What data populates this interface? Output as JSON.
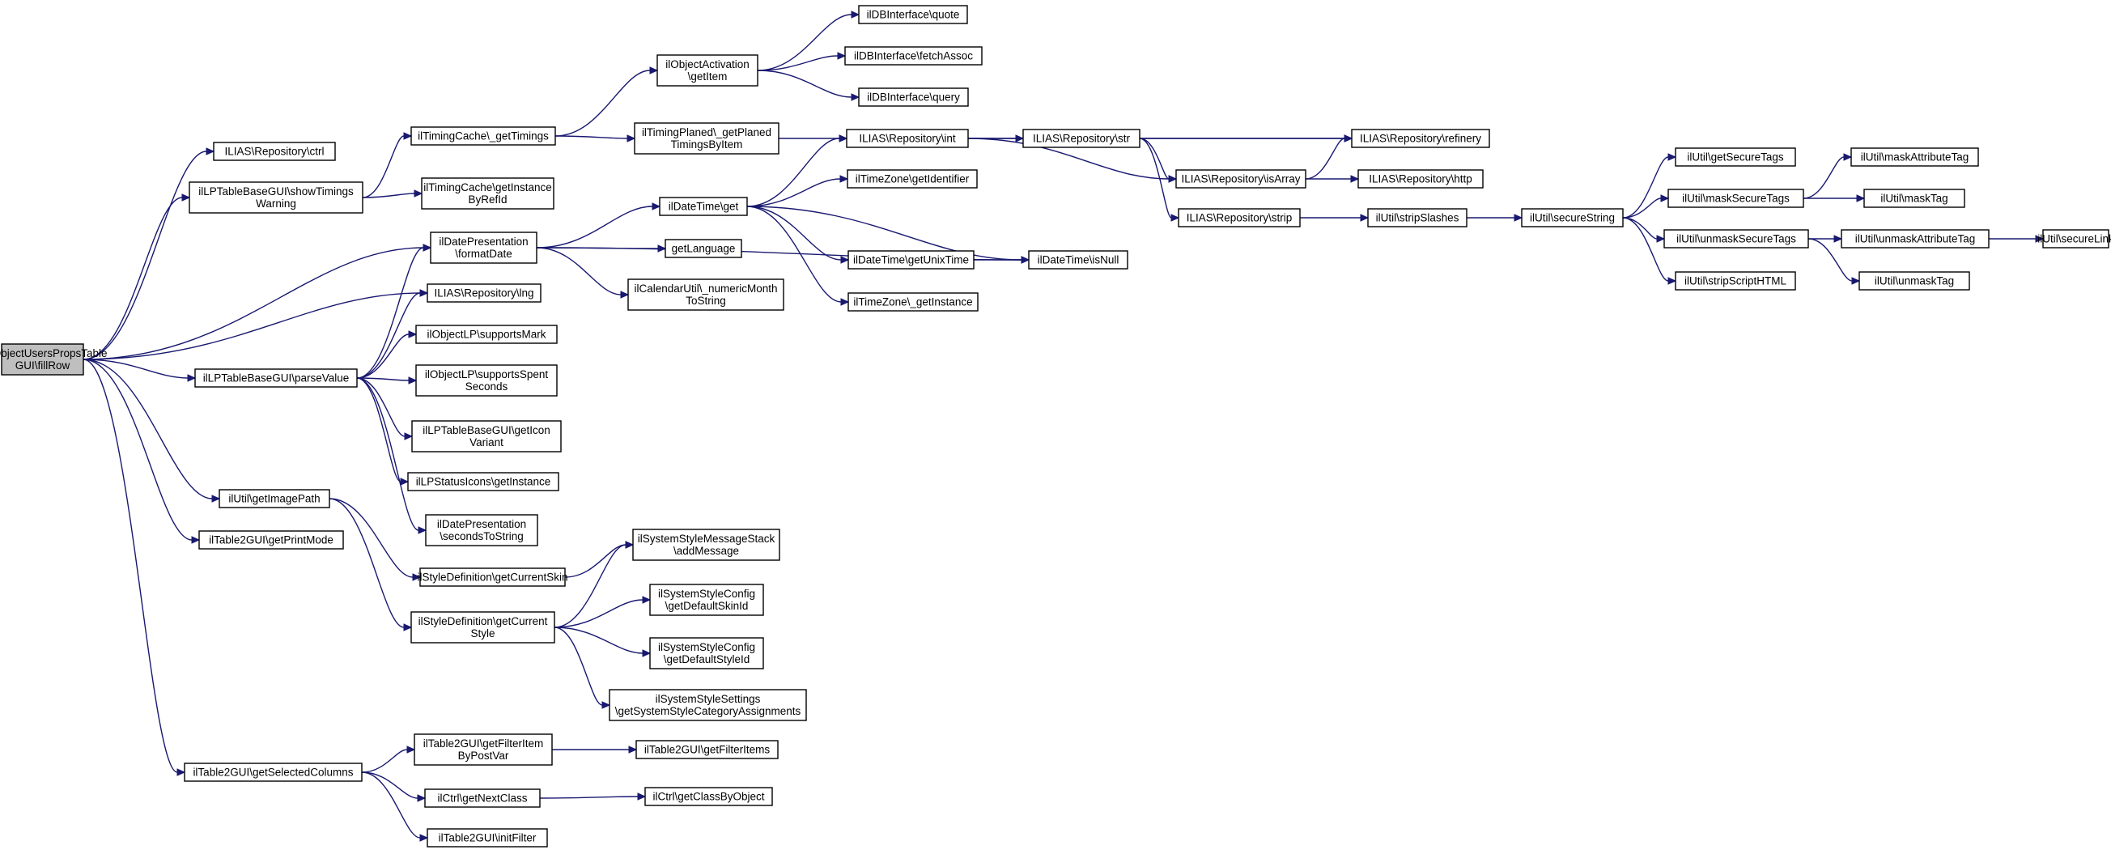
{
  "graph": {
    "colors": {
      "edge": "#191970",
      "node_border": "#000000",
      "node_fill": "#ffffff",
      "root_fill": "#bfbfbf"
    },
    "nodes": [
      {
        "id": "root",
        "lines": [
          "ilTrObjectUsersPropsTable",
          "GUI\\fillRow"
        ],
        "root": true
      },
      {
        "id": "ctrl",
        "lines": [
          "ILIAS\\Repository\\ctrl"
        ]
      },
      {
        "id": "showTimings",
        "lines": [
          "ilLPTableBaseGUI\\showTimings",
          "Warning"
        ]
      },
      {
        "id": "formatDate",
        "lines": [
          "ilDatePresentation",
          "\\formatDate"
        ]
      },
      {
        "id": "lng",
        "lines": [
          "ILIAS\\Repository\\lng"
        ]
      },
      {
        "id": "parseValue",
        "lines": [
          "ilLPTableBaseGUI\\parseValue"
        ]
      },
      {
        "id": "getImagePath",
        "lines": [
          "ilUtil\\getImagePath"
        ]
      },
      {
        "id": "getPrintMode",
        "lines": [
          "ilTable2GUI\\getPrintMode"
        ]
      },
      {
        "id": "getSelectedColumns",
        "lines": [
          "ilTable2GUI\\getSelectedColumns"
        ]
      },
      {
        "id": "getTimings",
        "lines": [
          "ilTimingCache\\_getTimings"
        ]
      },
      {
        "id": "getInstanceByRefId",
        "lines": [
          "ilTimingCache\\getInstance",
          "ByRefId"
        ]
      },
      {
        "id": "supportsMark",
        "lines": [
          "ilObjectLP\\supportsMark"
        ]
      },
      {
        "id": "supportsSpent",
        "lines": [
          "ilObjectLP\\supportsSpent",
          "Seconds"
        ]
      },
      {
        "id": "getIconVariant",
        "lines": [
          "ilLPTableBaseGUI\\getIcon",
          "Variant"
        ]
      },
      {
        "id": "statusIcons",
        "lines": [
          "ilLPStatusIcons\\getInstance"
        ]
      },
      {
        "id": "secondsToString",
        "lines": [
          "ilDatePresentation",
          "\\secondsToString"
        ]
      },
      {
        "id": "getCurrentSkin",
        "lines": [
          "ilStyleDefinition\\getCurrentSkin"
        ]
      },
      {
        "id": "getCurrentStyle",
        "lines": [
          "ilStyleDefinition\\getCurrent",
          "Style"
        ]
      },
      {
        "id": "getFilterItemByPostVar",
        "lines": [
          "ilTable2GUI\\getFilterItem",
          "ByPostVar"
        ]
      },
      {
        "id": "getNextClass",
        "lines": [
          "ilCtrl\\getNextClass"
        ]
      },
      {
        "id": "initFilter",
        "lines": [
          "ilTable2GUI\\initFilter"
        ]
      },
      {
        "id": "objActGetItem",
        "lines": [
          "ilObjectActivation",
          "\\getItem"
        ]
      },
      {
        "id": "getPlaned",
        "lines": [
          "ilTimingPlaned\\_getPlaned",
          "TimingsByItem"
        ]
      },
      {
        "id": "dtGet",
        "lines": [
          "ilDateTime\\get"
        ]
      },
      {
        "id": "getLanguage",
        "lines": [
          "getLanguage"
        ]
      },
      {
        "id": "numericMonth",
        "lines": [
          "ilCalendarUtil\\_numericMonth",
          "ToString"
        ]
      },
      {
        "id": "addMessage",
        "lines": [
          "ilSystemStyleMessageStack",
          "\\addMessage"
        ]
      },
      {
        "id": "getDefaultSkinId",
        "lines": [
          "ilSystemStyleConfig",
          "\\getDefaultSkinId"
        ]
      },
      {
        "id": "getDefaultStyleId",
        "lines": [
          "ilSystemStyleConfig",
          "\\getDefaultStyleId"
        ]
      },
      {
        "id": "catAssign",
        "lines": [
          "ilSystemStyleSettings",
          "\\getSystemStyleCategoryAssignments"
        ]
      },
      {
        "id": "getFilterItems",
        "lines": [
          "ilTable2GUI\\getFilterItems"
        ]
      },
      {
        "id": "getClassByObject",
        "lines": [
          "ilCtrl\\getClassByObject"
        ]
      },
      {
        "id": "quote",
        "lines": [
          "ilDBInterface\\quote"
        ]
      },
      {
        "id": "fetchAssoc",
        "lines": [
          "ilDBInterface\\fetchAssoc"
        ]
      },
      {
        "id": "query",
        "lines": [
          "ilDBInterface\\query"
        ]
      },
      {
        "id": "repoInt",
        "lines": [
          "ILIAS\\Repository\\int"
        ]
      },
      {
        "id": "tzGetIdentifier",
        "lines": [
          "ilTimeZone\\getIdentifier"
        ]
      },
      {
        "id": "getUnixTime",
        "lines": [
          "ilDateTime\\getUnixTime"
        ]
      },
      {
        "id": "tzGetInstance",
        "lines": [
          "ilTimeZone\\_getInstance"
        ]
      },
      {
        "id": "repoStr",
        "lines": [
          "ILIAS\\Repository\\str"
        ]
      },
      {
        "id": "isArray",
        "lines": [
          "ILIAS\\Repository\\isArray"
        ]
      },
      {
        "id": "repoStrip",
        "lines": [
          "ILIAS\\Repository\\strip"
        ]
      },
      {
        "id": "isNull",
        "lines": [
          "ilDateTime\\isNull"
        ]
      },
      {
        "id": "refinery",
        "lines": [
          "ILIAS\\Repository\\refinery"
        ]
      },
      {
        "id": "http",
        "lines": [
          "ILIAS\\Repository\\http"
        ]
      },
      {
        "id": "stripSlashes",
        "lines": [
          "ilUtil\\stripSlashes"
        ]
      },
      {
        "id": "secureString",
        "lines": [
          "ilUtil\\secureString"
        ]
      },
      {
        "id": "getSecureTags",
        "lines": [
          "ilUtil\\getSecureTags"
        ]
      },
      {
        "id": "maskSecureTags",
        "lines": [
          "ilUtil\\maskSecureTags"
        ]
      },
      {
        "id": "unmaskSecureTags",
        "lines": [
          "ilUtil\\unmaskSecureTags"
        ]
      },
      {
        "id": "stripScriptHTML",
        "lines": [
          "ilUtil\\stripScriptHTML"
        ]
      },
      {
        "id": "maskAttributeTag",
        "lines": [
          "ilUtil\\maskAttributeTag"
        ]
      },
      {
        "id": "maskTag",
        "lines": [
          "ilUtil\\maskTag"
        ]
      },
      {
        "id": "unmaskAttributeTag",
        "lines": [
          "ilUtil\\unmaskAttributeTag"
        ]
      },
      {
        "id": "unmaskTag",
        "lines": [
          "ilUtil\\unmaskTag"
        ]
      },
      {
        "id": "secureLink",
        "lines": [
          "ilUtil\\secureLink"
        ]
      }
    ],
    "edges": [
      [
        "root",
        "ctrl"
      ],
      [
        "root",
        "showTimings"
      ],
      [
        "root",
        "formatDate"
      ],
      [
        "root",
        "lng"
      ],
      [
        "root",
        "parseValue"
      ],
      [
        "root",
        "getImagePath"
      ],
      [
        "root",
        "getPrintMode"
      ],
      [
        "root",
        "getSelectedColumns"
      ],
      [
        "showTimings",
        "getTimings"
      ],
      [
        "showTimings",
        "getInstanceByRefId"
      ],
      [
        "getTimings",
        "objActGetItem"
      ],
      [
        "getTimings",
        "getPlaned"
      ],
      [
        "objActGetItem",
        "quote"
      ],
      [
        "objActGetItem",
        "fetchAssoc"
      ],
      [
        "objActGetItem",
        "query"
      ],
      [
        "getPlaned",
        "repoInt"
      ],
      [
        "formatDate",
        "dtGet"
      ],
      [
        "formatDate",
        "getLanguage"
      ],
      [
        "formatDate",
        "numericMonth"
      ],
      [
        "formatDate",
        "isNull"
      ],
      [
        "dtGet",
        "repoInt"
      ],
      [
        "dtGet",
        "tzGetIdentifier"
      ],
      [
        "dtGet",
        "getUnixTime"
      ],
      [
        "dtGet",
        "tzGetInstance"
      ],
      [
        "dtGet",
        "isNull"
      ],
      [
        "getUnixTime",
        "isNull"
      ],
      [
        "repoInt",
        "repoStr"
      ],
      [
        "repoInt",
        "refinery"
      ],
      [
        "repoInt",
        "isArray"
      ],
      [
        "repoStr",
        "refinery"
      ],
      [
        "repoStr",
        "isArray"
      ],
      [
        "repoStr",
        "repoStrip"
      ],
      [
        "isArray",
        "refinery"
      ],
      [
        "isArray",
        "http"
      ],
      [
        "repoStrip",
        "stripSlashes"
      ],
      [
        "stripSlashes",
        "secureString"
      ],
      [
        "secureString",
        "getSecureTags"
      ],
      [
        "secureString",
        "maskSecureTags"
      ],
      [
        "secureString",
        "unmaskSecureTags"
      ],
      [
        "secureString",
        "stripScriptHTML"
      ],
      [
        "maskSecureTags",
        "maskAttributeTag"
      ],
      [
        "maskSecureTags",
        "maskTag"
      ],
      [
        "unmaskSecureTags",
        "unmaskAttributeTag"
      ],
      [
        "unmaskSecureTags",
        "unmaskTag"
      ],
      [
        "unmaskAttributeTag",
        "secureLink"
      ],
      [
        "parseValue",
        "formatDate"
      ],
      [
        "parseValue",
        "lng"
      ],
      [
        "parseValue",
        "supportsMark"
      ],
      [
        "parseValue",
        "supportsSpent"
      ],
      [
        "parseValue",
        "getIconVariant"
      ],
      [
        "parseValue",
        "statusIcons"
      ],
      [
        "parseValue",
        "secondsToString"
      ],
      [
        "getImagePath",
        "getCurrentSkin"
      ],
      [
        "getImagePath",
        "getCurrentStyle"
      ],
      [
        "getCurrentSkin",
        "addMessage"
      ],
      [
        "getCurrentStyle",
        "addMessage"
      ],
      [
        "getCurrentStyle",
        "getDefaultSkinId"
      ],
      [
        "getCurrentStyle",
        "getDefaultStyleId"
      ],
      [
        "getCurrentStyle",
        "catAssign"
      ],
      [
        "getSelectedColumns",
        "getFilterItemByPostVar"
      ],
      [
        "getSelectedColumns",
        "getNextClass"
      ],
      [
        "getSelectedColumns",
        "initFilter"
      ],
      [
        "getFilterItemByPostVar",
        "getFilterItems"
      ],
      [
        "getNextClass",
        "getClassByObject"
      ]
    ]
  }
}
